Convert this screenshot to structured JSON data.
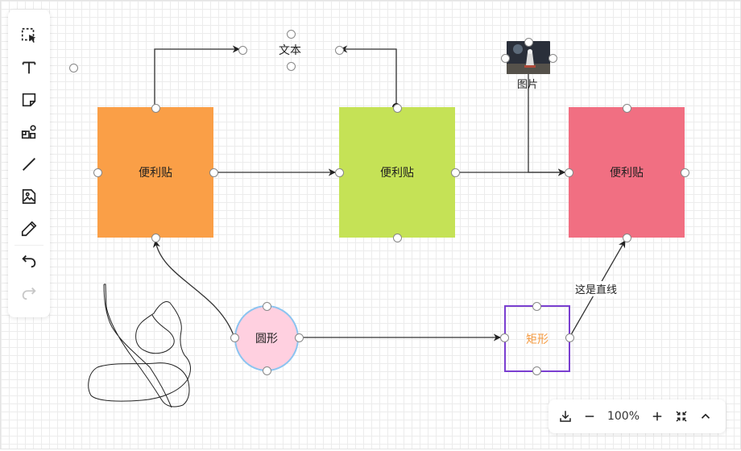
{
  "colors": {
    "note_orange": "#fa9f47",
    "note_green": "#c5e256",
    "note_red": "#f16f82",
    "circle_fill": "#ffd0e0",
    "circle_border": "#8cc4f0",
    "rect_border": "#7a3fd0",
    "rect_text": "#f59b42"
  },
  "toolbar": {
    "tools": [
      {
        "name": "select-tool",
        "icon": "marquee-select-icon"
      },
      {
        "name": "text-tool",
        "icon": "text-icon"
      },
      {
        "name": "sticky-note-tool",
        "icon": "sticky-note-icon"
      },
      {
        "name": "shapes-tool",
        "icon": "shapes-icon"
      },
      {
        "name": "line-tool",
        "icon": "line-icon"
      },
      {
        "name": "image-tool",
        "icon": "image-icon"
      },
      {
        "name": "pen-tool",
        "icon": "pencil-icon"
      }
    ],
    "undo_icon": "undo-icon",
    "redo_icon": "redo-icon"
  },
  "canvas": {
    "notes": [
      {
        "label": "便利贴"
      },
      {
        "label": "便利贴"
      },
      {
        "label": "便利贴"
      }
    ],
    "text_node": "文本",
    "image_label": "图片",
    "circle_label": "圆形",
    "rect_label": "矩形",
    "line_label": "这是直线"
  },
  "bottom_bar": {
    "zoom": "100%",
    "icons": [
      "download-icon",
      "zoom-out-icon",
      "zoom-in-icon",
      "fit-screen-icon",
      "collapse-icon"
    ]
  }
}
